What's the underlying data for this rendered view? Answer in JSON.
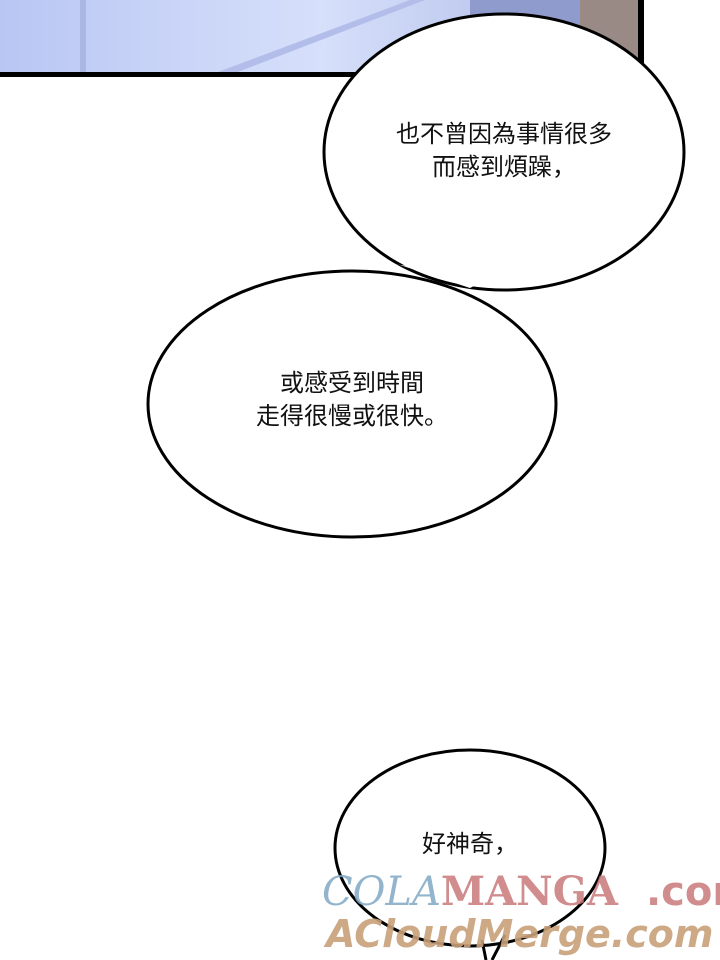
{
  "bubbles": [
    {
      "lines": [
        "也不曾因為事情很多",
        "而感到煩躁，"
      ]
    },
    {
      "lines": [
        "或感受到時間",
        "走得很慢或很快。"
      ]
    },
    {
      "lines": [
        "好神奇，"
      ]
    }
  ],
  "watermark": {
    "line1_a": "COLA",
    "line1_b": "MANGA",
    "line1_c": ".com",
    "line2": "ACloudMerge.com"
  },
  "colors": {
    "sky": "#c9d4f7",
    "watermark_blue": "#7fa7c4",
    "watermark_red": "#c9787a",
    "watermark_tan": "#c8a07a"
  }
}
